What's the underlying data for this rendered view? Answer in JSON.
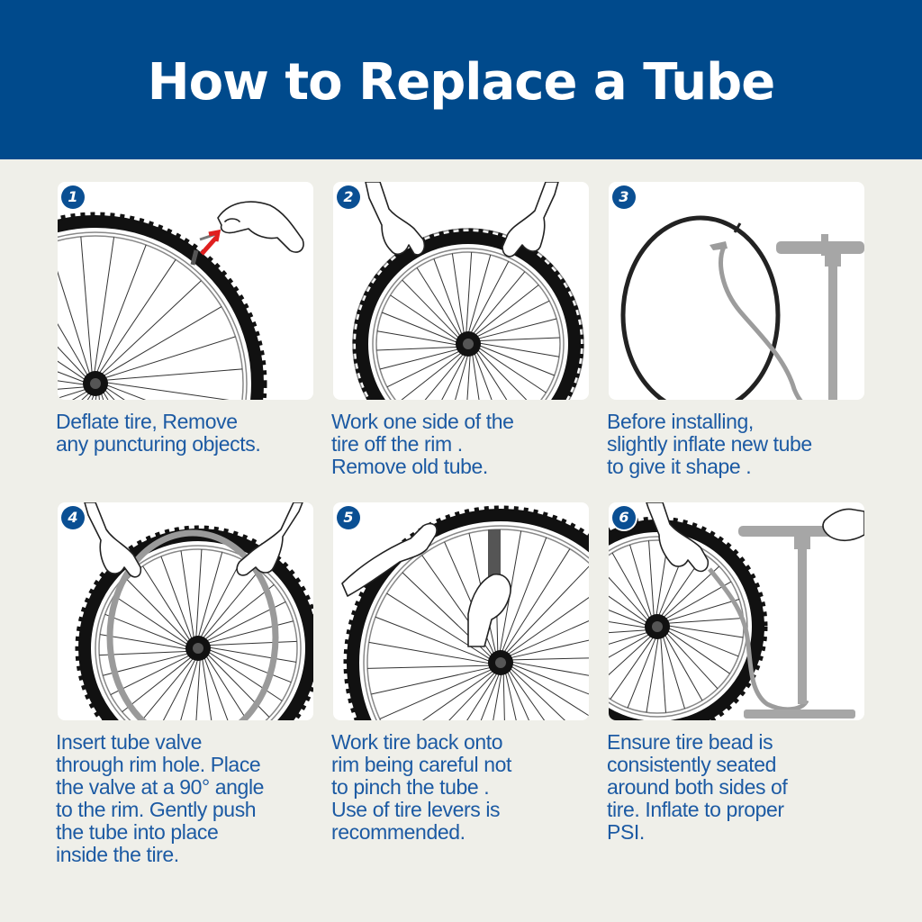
{
  "page": {
    "title": "How to Replace a Tube"
  },
  "colors": {
    "header_bg": "#004a8c",
    "caption_text": "#1c5aa3",
    "badge_bg": "#0a4f93",
    "page_bg": "#efefe9"
  },
  "steps": [
    {
      "number": "1",
      "caption": "Deflate tire, Remove\nany puncturing objects.",
      "icon": "deflate-tire-illustration"
    },
    {
      "number": "2",
      "caption": "Work one side of the\ntire off the rim .\nRemove old tube.",
      "icon": "remove-tire-illustration"
    },
    {
      "number": "3",
      "caption": "Before installing,\nslightly inflate new tube\nto give it shape .",
      "icon": "inflate-tube-illustration"
    },
    {
      "number": "4",
      "caption": "Insert tube valve\nthrough rim hole. Place\nthe valve at a 90° angle\nto the rim. Gently push\nthe tube into place\ninside the tire.",
      "icon": "insert-tube-illustration"
    },
    {
      "number": "5",
      "caption": "Work tire back onto\nrim being careful not\nto pinch the tube .\nUse of tire levers is\nrecommended.",
      "icon": "tire-lever-illustration"
    },
    {
      "number": "6",
      "caption": "Ensure tire bead is\nconsistently seated\naround both sides of\ntire. Inflate to proper\nPSI.",
      "icon": "inflate-tire-illustration"
    }
  ]
}
